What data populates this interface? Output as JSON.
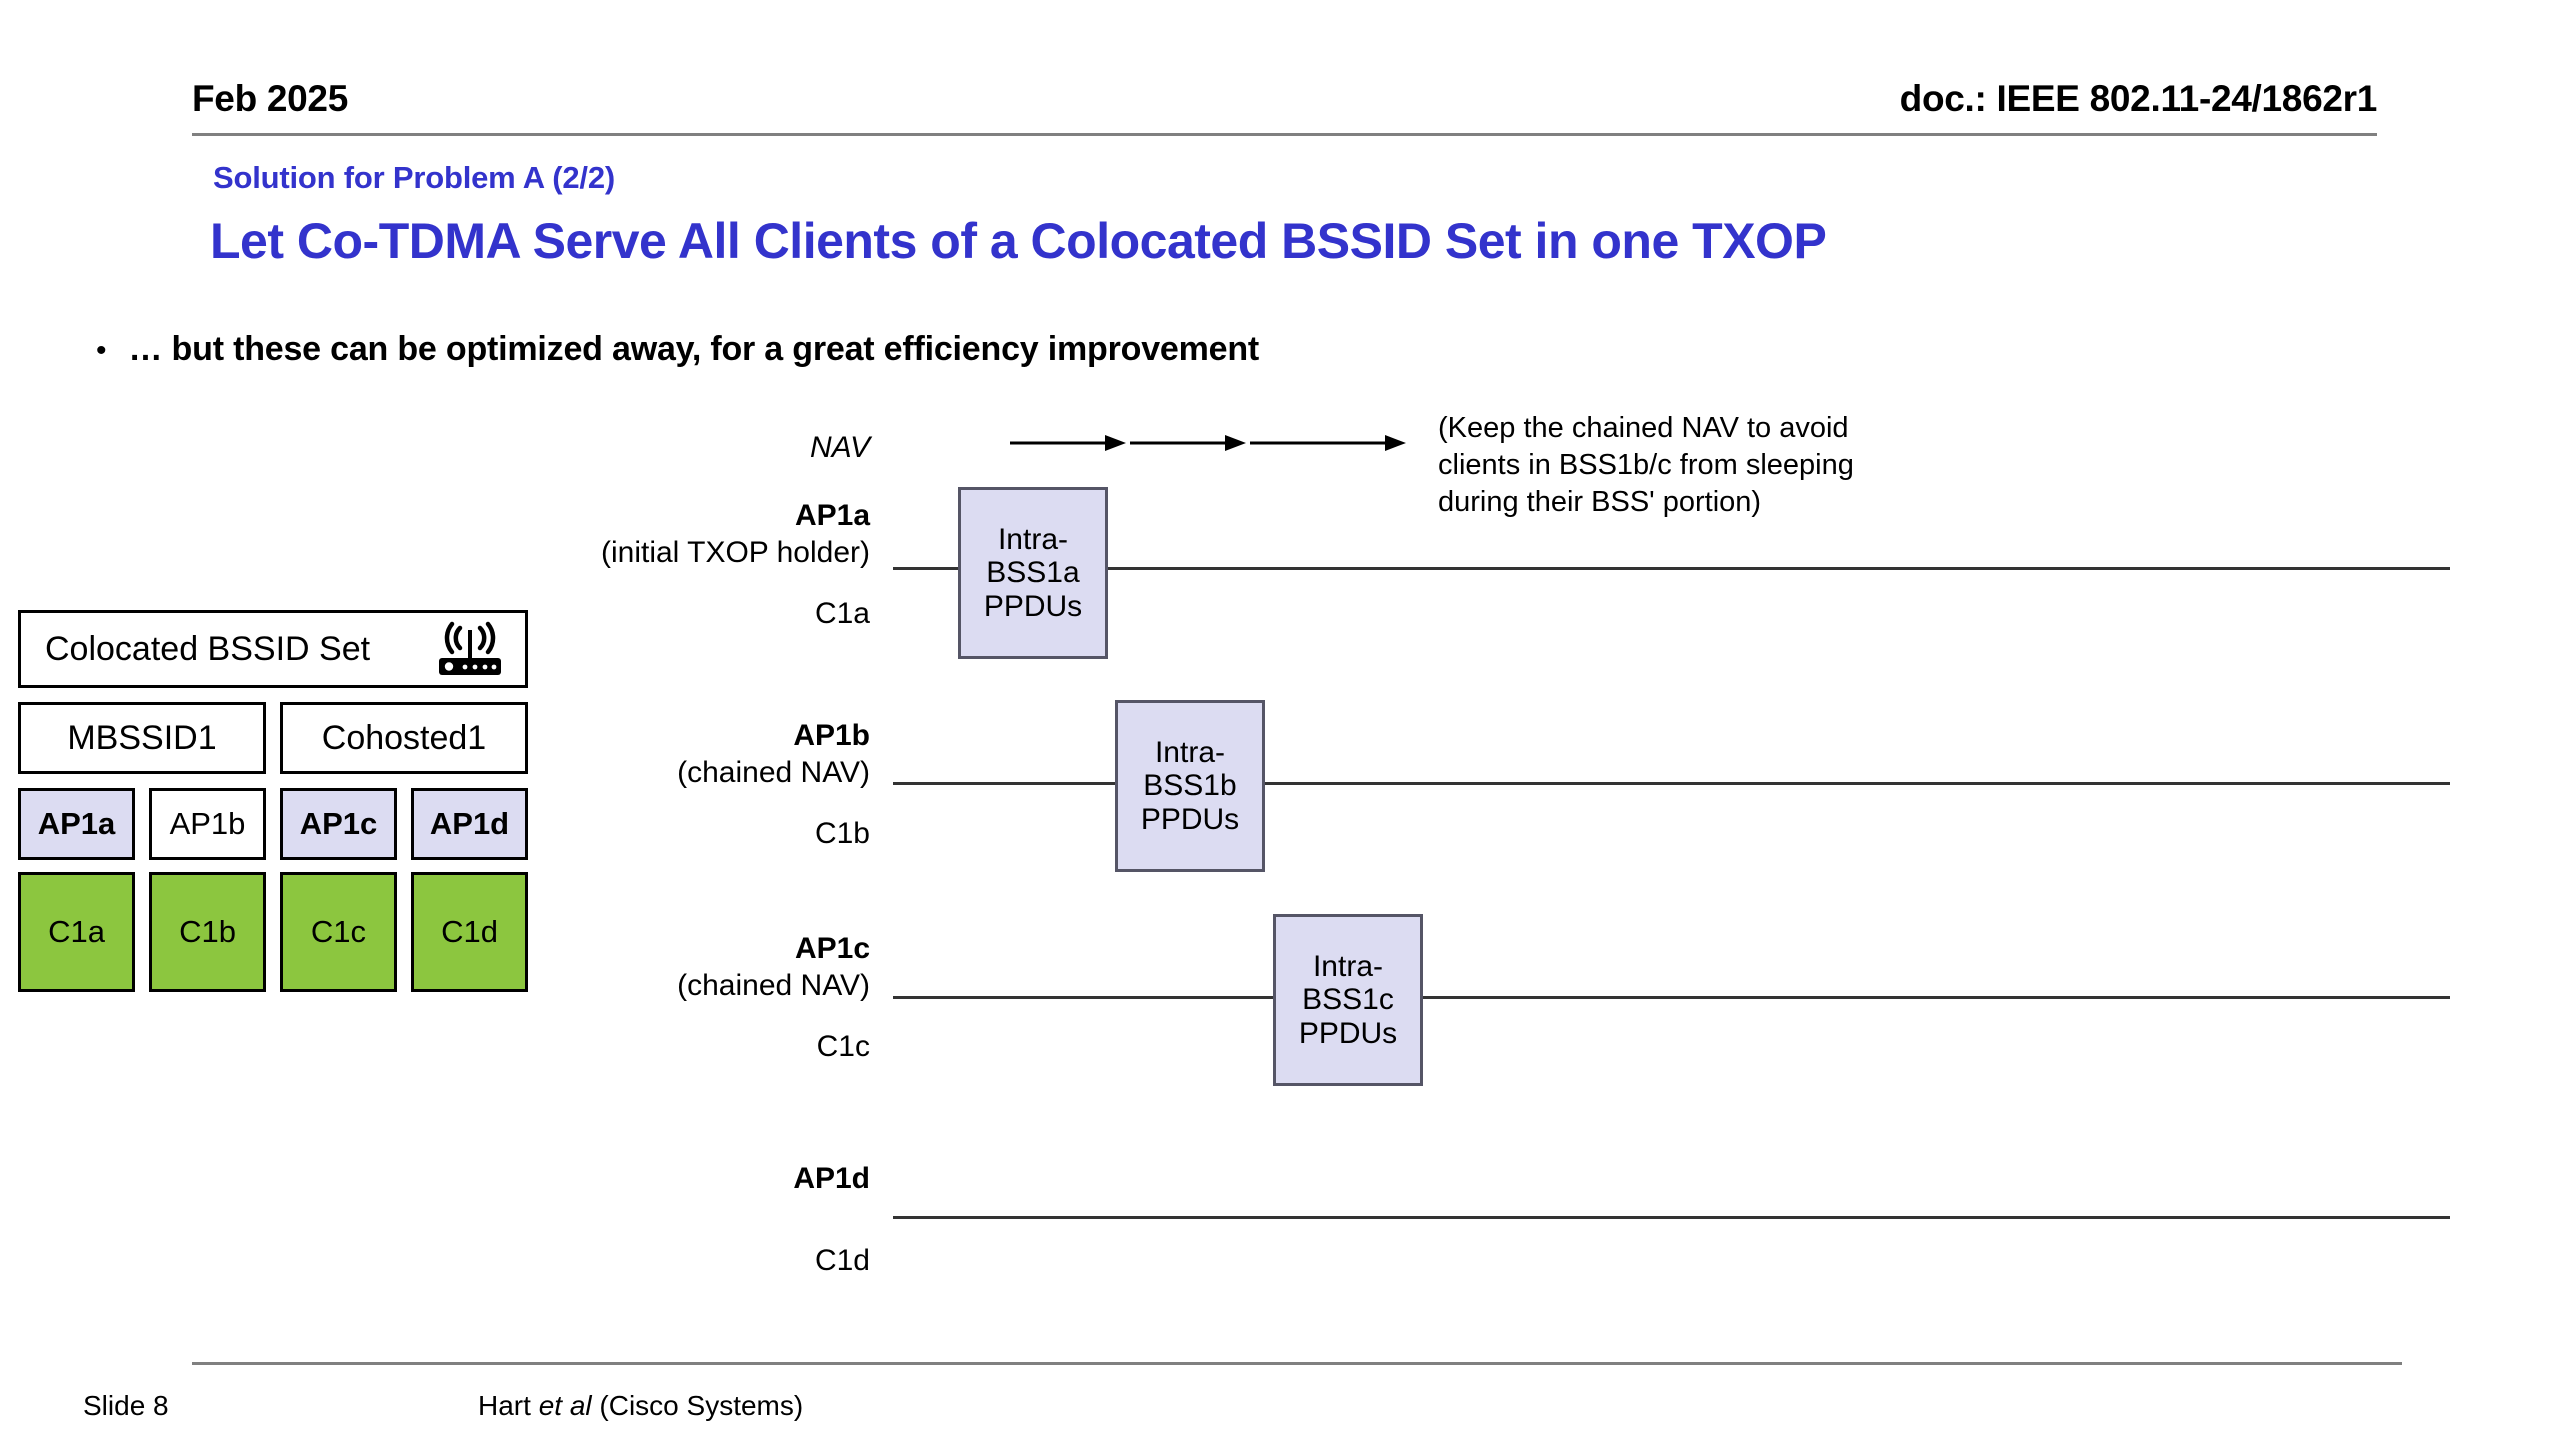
{
  "header": {
    "date": "Feb 2025",
    "doc": "doc.: IEEE 802.11-24/1862r1"
  },
  "title": {
    "subtitle": "Solution for Problem A (2/2)",
    "main": "Let Co-TDMA Serve All Clients of a Colocated BSSID Set in one TXOP"
  },
  "bullet": {
    "marker": "•",
    "text": "… but these can be optimized away, for a great efficiency improvement"
  },
  "bssid_diagram": {
    "set_label": "Colocated BSSID Set",
    "router_icon": "wifi-router-icon",
    "groups": [
      "MBSSID1",
      "Cohosted1"
    ],
    "aps": [
      {
        "label": "AP1a",
        "highlighted": true
      },
      {
        "label": "AP1b",
        "highlighted": false
      },
      {
        "label": "AP1c",
        "highlighted": true
      },
      {
        "label": "AP1d",
        "highlighted": true
      }
    ],
    "clients": [
      "C1a",
      "C1b",
      "C1c",
      "C1d"
    ]
  },
  "timeline": {
    "nav_label": "NAV",
    "nav_note": "(Keep the chained NAV to avoid\nclients in BSS1b/c from sleeping\nduring their BSS' portion)",
    "rows": [
      {
        "ap": "AP1a",
        "sub": "(initial TXOP holder)",
        "client": "C1a",
        "ppdu": "Intra-\nBSS1a\nPPDUs"
      },
      {
        "ap": "AP1b",
        "sub": "(chained NAV)",
        "client": "C1b",
        "ppdu": "Intra-\nBSS1b\nPPDUs"
      },
      {
        "ap": "AP1c",
        "sub": "(chained NAV)",
        "client": "C1c",
        "ppdu": "Intra-\nBSS1c\nPPDUs"
      },
      {
        "ap": "AP1d",
        "sub": "",
        "client": "C1d",
        "ppdu": ""
      }
    ]
  },
  "footer": {
    "slide": "Slide 8",
    "author_prefix": "Hart ",
    "author_italic": "et al",
    "author_suffix": " (Cisco Systems)"
  },
  "colors": {
    "title_blue": "#3333cc",
    "ap_purple": "#dcdcf2",
    "client_green": "#8cc63f",
    "rule_gray": "#808080",
    "line_dark": "#333333"
  }
}
